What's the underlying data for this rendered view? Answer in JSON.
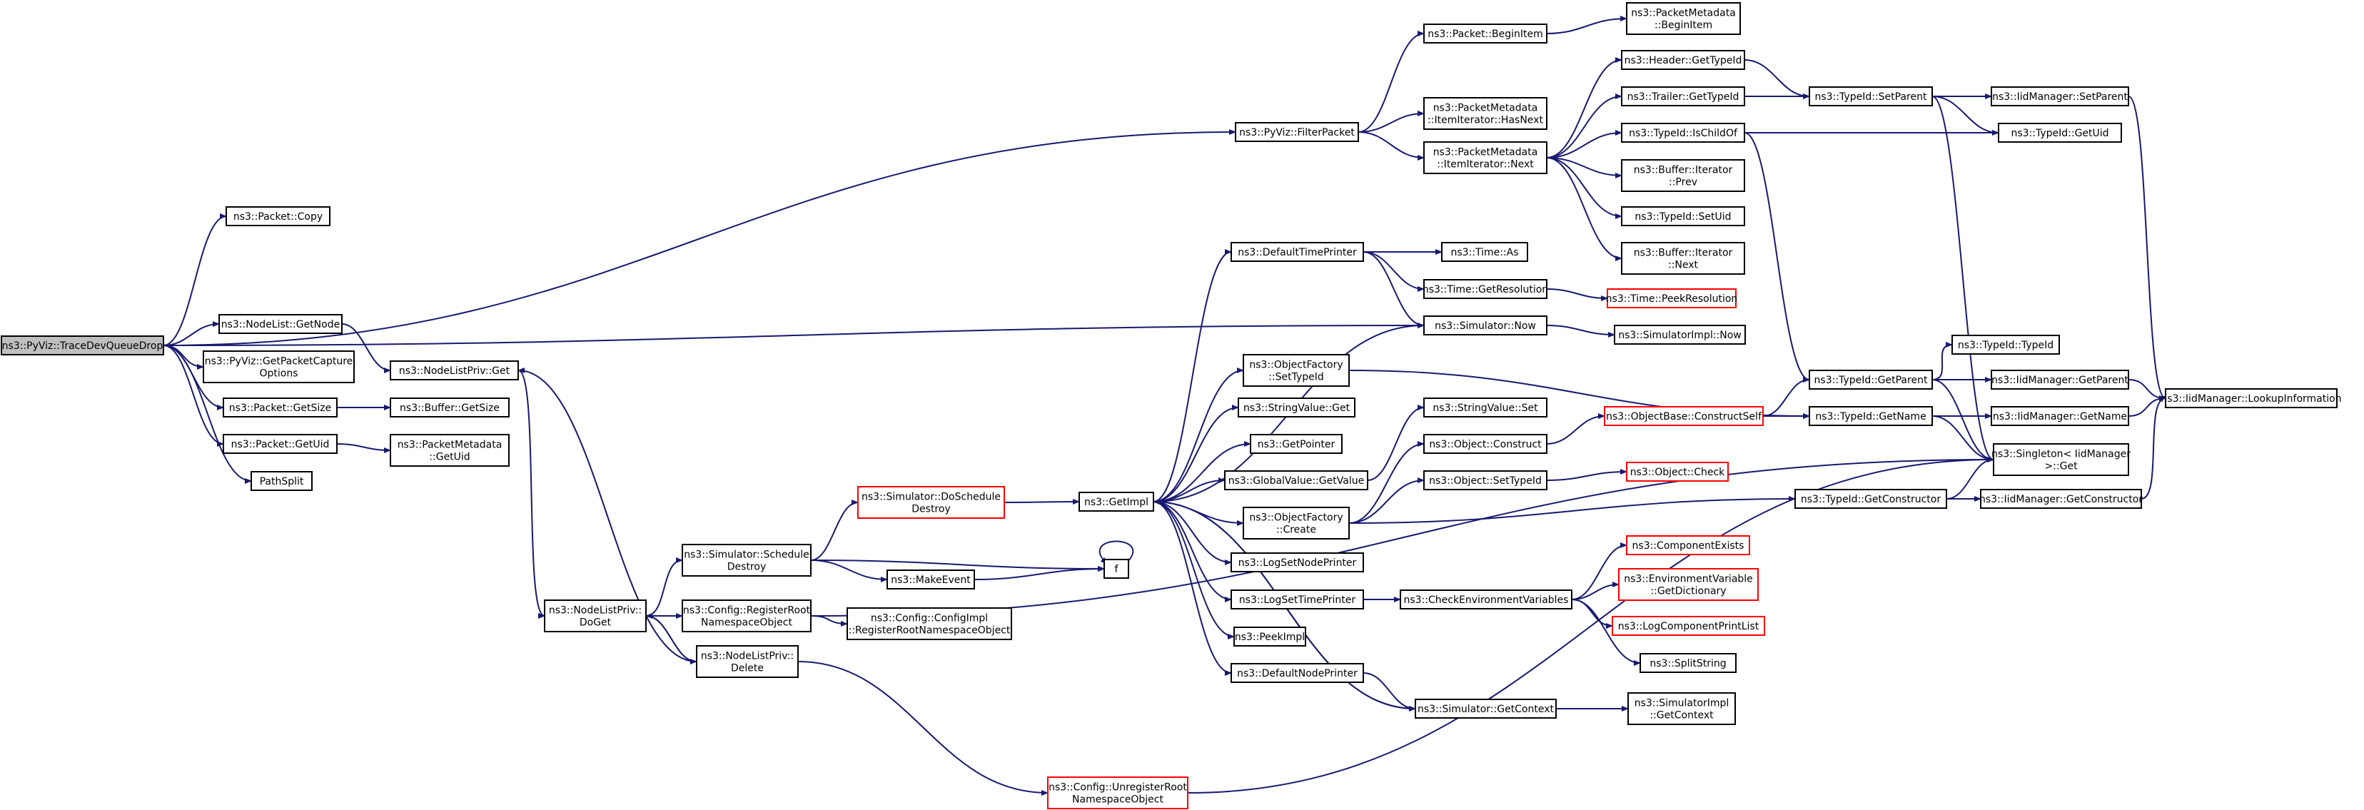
{
  "colors": {
    "edge": "#191970",
    "node_border_normal": "#000000",
    "node_border_truncated": "#ff0000",
    "root_fill": "#bfbfbf",
    "node_fill": "#ffffff"
  },
  "nodes": [
    {
      "id": "root",
      "lines": [
        "ns3::PyViz::TraceDevQueueDrop"
      ],
      "style": "root"
    },
    {
      "id": "packet_copy",
      "lines": [
        "ns3::Packet::Copy"
      ],
      "style": "normal"
    },
    {
      "id": "pyviz_filterpacket",
      "lines": [
        "ns3::PyViz::FilterPacket"
      ],
      "style": "normal"
    },
    {
      "id": "packet_beginitem",
      "lines": [
        "ns3::Packet::BeginItem"
      ],
      "style": "normal"
    },
    {
      "id": "pm_beginitem",
      "lines": [
        "ns3::PacketMetadata",
        "::BeginItem"
      ],
      "style": "normal"
    },
    {
      "id": "pm_hasnext",
      "lines": [
        "ns3::PacketMetadata",
        "::ItemIterator::HasNext"
      ],
      "style": "normal"
    },
    {
      "id": "pm_next",
      "lines": [
        "ns3::PacketMetadata",
        "::ItemIterator::Next"
      ],
      "style": "normal"
    },
    {
      "id": "header_gettypeid",
      "lines": [
        "ns3::Header::GetTypeId"
      ],
      "style": "normal"
    },
    {
      "id": "trailer_gettypeid",
      "lines": [
        "ns3::Trailer::GetTypeId"
      ],
      "style": "normal"
    },
    {
      "id": "typeid_ischildof",
      "lines": [
        "ns3::TypeId::IsChildOf"
      ],
      "style": "normal"
    },
    {
      "id": "buffer_iter_prev",
      "lines": [
        "ns3::Buffer::Iterator",
        "::Prev"
      ],
      "style": "normal"
    },
    {
      "id": "typeid_setuid",
      "lines": [
        "ns3::TypeId::SetUid"
      ],
      "style": "normal"
    },
    {
      "id": "buffer_iter_next",
      "lines": [
        "ns3::Buffer::Iterator",
        "::Next"
      ],
      "style": "normal"
    },
    {
      "id": "typeid_setparent",
      "lines": [
        "ns3::TypeId::SetParent"
      ],
      "style": "normal"
    },
    {
      "id": "iid_setparent",
      "lines": [
        "ns3::IidManager::SetParent"
      ],
      "style": "normal"
    },
    {
      "id": "typeid_getuid",
      "lines": [
        "ns3::TypeId::GetUid"
      ],
      "style": "normal"
    },
    {
      "id": "nodelist_getnode",
      "lines": [
        "ns3::NodeList::GetNode"
      ],
      "style": "normal"
    },
    {
      "id": "getpacketcaptureoptions",
      "lines": [
        "ns3::PyViz::GetPacketCapture",
        "Options"
      ],
      "style": "normal"
    },
    {
      "id": "nodelistpriv_get",
      "lines": [
        "ns3::NodeListPriv::Get"
      ],
      "style": "normal"
    },
    {
      "id": "packet_getsize",
      "lines": [
        "ns3::Packet::GetSize"
      ],
      "style": "normal"
    },
    {
      "id": "buffer_getsize",
      "lines": [
        "ns3::Buffer::GetSize"
      ],
      "style": "normal"
    },
    {
      "id": "packet_getuid",
      "lines": [
        "ns3::Packet::GetUid"
      ],
      "style": "normal"
    },
    {
      "id": "pm_getuid",
      "lines": [
        "ns3::PacketMetadata",
        "::GetUid"
      ],
      "style": "normal"
    },
    {
      "id": "pathsplit",
      "lines": [
        "PathSplit"
      ],
      "style": "normal"
    },
    {
      "id": "defaulttimeprinter",
      "lines": [
        "ns3::DefaultTimePrinter"
      ],
      "style": "normal"
    },
    {
      "id": "time_as",
      "lines": [
        "ns3::Time::As"
      ],
      "style": "normal"
    },
    {
      "id": "time_getresolution",
      "lines": [
        "ns3::Time::GetResolution"
      ],
      "style": "normal"
    },
    {
      "id": "time_peekresolution",
      "lines": [
        "ns3::Time::PeekResolution"
      ],
      "style": "truncated"
    },
    {
      "id": "simulator_now",
      "lines": [
        "ns3::Simulator::Now"
      ],
      "style": "normal"
    },
    {
      "id": "simulatorimpl_now",
      "lines": [
        "ns3::SimulatorImpl::Now"
      ],
      "style": "normal"
    },
    {
      "id": "objectfactory_settypeid",
      "lines": [
        "ns3::ObjectFactory",
        "::SetTypeId"
      ],
      "style": "normal"
    },
    {
      "id": "stringvalue_get",
      "lines": [
        "ns3::StringValue::Get"
      ],
      "style": "normal"
    },
    {
      "id": "getpointer",
      "lines": [
        "ns3::GetPointer"
      ],
      "style": "normal"
    },
    {
      "id": "globalvalue_getvalue",
      "lines": [
        "ns3::GlobalValue::GetValue"
      ],
      "style": "normal"
    },
    {
      "id": "stringvalue_set",
      "lines": [
        "ns3::StringValue::Set"
      ],
      "style": "normal"
    },
    {
      "id": "object_construct",
      "lines": [
        "ns3::Object::Construct"
      ],
      "style": "normal"
    },
    {
      "id": "objectbase_constructself",
      "lines": [
        "ns3::ObjectBase::ConstructSelf"
      ],
      "style": "truncated"
    },
    {
      "id": "typeid_getparent",
      "lines": [
        "ns3::TypeId::GetParent"
      ],
      "style": "normal"
    },
    {
      "id": "typeid_typeid",
      "lines": [
        "ns3::TypeId::TypeId"
      ],
      "style": "normal"
    },
    {
      "id": "iid_getparent",
      "lines": [
        "ns3::IidManager::GetParent"
      ],
      "style": "normal"
    },
    {
      "id": "iid_lookupinformation",
      "lines": [
        "ns3::IidManager::LookupInformation"
      ],
      "style": "normal"
    },
    {
      "id": "typeid_getname",
      "lines": [
        "ns3::TypeId::GetName"
      ],
      "style": "normal"
    },
    {
      "id": "iid_getname",
      "lines": [
        "ns3::IidManager::GetName"
      ],
      "style": "normal"
    },
    {
      "id": "singleton_get",
      "lines": [
        "ns3::Singleton< IidManager",
        " >::Get"
      ],
      "style": "normal"
    },
    {
      "id": "object_settypeid",
      "lines": [
        "ns3::Object::SetTypeId"
      ],
      "style": "normal"
    },
    {
      "id": "object_check",
      "lines": [
        "ns3::Object::Check"
      ],
      "style": "truncated"
    },
    {
      "id": "sim_doscheduledestroy",
      "lines": [
        "ns3::Simulator::DoSchedule",
        "Destroy"
      ],
      "style": "truncated"
    },
    {
      "id": "getimpl",
      "lines": [
        "ns3::GetImpl"
      ],
      "style": "normal"
    },
    {
      "id": "objectfactory_create",
      "lines": [
        "ns3::ObjectFactory",
        "::Create"
      ],
      "style": "normal"
    },
    {
      "id": "typeid_getconstructor",
      "lines": [
        "ns3::TypeId::GetConstructor"
      ],
      "style": "normal"
    },
    {
      "id": "iid_getconstructor",
      "lines": [
        "ns3::IidManager::GetConstructor"
      ],
      "style": "normal"
    },
    {
      "id": "sim_scheduledestroy",
      "lines": [
        "ns3::Simulator::Schedule",
        "Destroy"
      ],
      "style": "normal"
    },
    {
      "id": "makeevent",
      "lines": [
        "ns3::MakeEvent"
      ],
      "style": "normal"
    },
    {
      "id": "f",
      "lines": [
        "f"
      ],
      "style": "normal"
    },
    {
      "id": "logsetnodeprinter",
      "lines": [
        "ns3::LogSetNodePrinter"
      ],
      "style": "normal"
    },
    {
      "id": "logsettimeprinter",
      "lines": [
        "ns3::LogSetTimePrinter"
      ],
      "style": "normal"
    },
    {
      "id": "checkenvironmentvariables",
      "lines": [
        "ns3::CheckEnvironmentVariables"
      ],
      "style": "normal"
    },
    {
      "id": "componentexists",
      "lines": [
        "ns3::ComponentExists"
      ],
      "style": "truncated"
    },
    {
      "id": "envvar_getdictionary",
      "lines": [
        "ns3::EnvironmentVariable",
        "::GetDictionary"
      ],
      "style": "truncated"
    },
    {
      "id": "logcomponentprintlist",
      "lines": [
        "ns3::LogComponentPrintList"
      ],
      "style": "truncated"
    },
    {
      "id": "splitstring",
      "lines": [
        "ns3::SplitString"
      ],
      "style": "normal"
    },
    {
      "id": "nodelistpriv_doget",
      "lines": [
        "ns3::NodeListPriv::",
        "DoGet"
      ],
      "style": "normal"
    },
    {
      "id": "config_registerrootnamespaceobject",
      "lines": [
        "ns3::Config::RegisterRoot",
        "NamespaceObject"
      ],
      "style": "normal"
    },
    {
      "id": "configimpl_registerrootnamespaceobject",
      "lines": [
        "ns3::Config::ConfigImpl",
        "::RegisterRootNamespaceObject"
      ],
      "style": "normal"
    },
    {
      "id": "nodelistpriv_delete",
      "lines": [
        "ns3::NodeListPriv::",
        "Delete"
      ],
      "style": "normal"
    },
    {
      "id": "peekimpl",
      "lines": [
        "ns3::PeekImpl"
      ],
      "style": "normal"
    },
    {
      "id": "defaultnodeprinter",
      "lines": [
        "ns3::DefaultNodePrinter"
      ],
      "style": "normal"
    },
    {
      "id": "simulator_getcontext",
      "lines": [
        "ns3::Simulator::GetContext"
      ],
      "style": "normal"
    },
    {
      "id": "simulatorimpl_getcontext",
      "lines": [
        "ns3::SimulatorImpl",
        "::GetContext"
      ],
      "style": "normal"
    },
    {
      "id": "config_unregisterrootnamespaceobject",
      "lines": [
        "ns3::Config::UnregisterRoot",
        "NamespaceObject"
      ],
      "style": "truncated"
    }
  ],
  "edges": [
    [
      "root",
      "packet_copy"
    ],
    [
      "root",
      "pyviz_filterpacket"
    ],
    [
      "root",
      "simulator_now"
    ],
    [
      "root",
      "nodelist_getnode"
    ],
    [
      "root",
      "getpacketcaptureoptions"
    ],
    [
      "root",
      "packet_getsize"
    ],
    [
      "root",
      "packet_getuid"
    ],
    [
      "root",
      "pathsplit"
    ],
    [
      "pyviz_filterpacket",
      "packet_beginitem"
    ],
    [
      "pyviz_filterpacket",
      "pm_hasnext"
    ],
    [
      "pyviz_filterpacket",
      "pm_next"
    ],
    [
      "packet_beginitem",
      "pm_beginitem"
    ],
    [
      "pm_next",
      "header_gettypeid"
    ],
    [
      "pm_next",
      "trailer_gettypeid"
    ],
    [
      "pm_next",
      "typeid_ischildof"
    ],
    [
      "pm_next",
      "buffer_iter_prev"
    ],
    [
      "pm_next",
      "typeid_setuid"
    ],
    [
      "pm_next",
      "buffer_iter_next"
    ],
    [
      "header_gettypeid",
      "typeid_setparent"
    ],
    [
      "trailer_gettypeid",
      "typeid_setparent"
    ],
    [
      "typeid_setparent",
      "iid_setparent"
    ],
    [
      "typeid_setparent",
      "typeid_getuid"
    ],
    [
      "typeid_setparent",
      "singleton_get"
    ],
    [
      "iid_setparent",
      "iid_lookupinformation"
    ],
    [
      "typeid_ischildof",
      "typeid_getuid"
    ],
    [
      "typeid_ischildof",
      "typeid_getparent"
    ],
    [
      "nodelist_getnode",
      "nodelistpriv_get"
    ],
    [
      "nodelistpriv_get",
      "nodelistpriv_doget"
    ],
    [
      "packet_getsize",
      "buffer_getsize"
    ],
    [
      "packet_getuid",
      "pm_getuid"
    ],
    [
      "defaulttimeprinter",
      "time_as"
    ],
    [
      "defaulttimeprinter",
      "time_getresolution"
    ],
    [
      "defaulttimeprinter",
      "simulator_now"
    ],
    [
      "time_getresolution",
      "time_peekresolution"
    ],
    [
      "simulator_now",
      "getimpl"
    ],
    [
      "simulator_now",
      "simulatorimpl_now"
    ],
    [
      "objectfactory_settypeid",
      "typeid_getname"
    ],
    [
      "globalvalue_getvalue",
      "stringvalue_set"
    ],
    [
      "objectfactory_create",
      "object_construct"
    ],
    [
      "objectfactory_create",
      "object_settypeid"
    ],
    [
      "objectfactory_create",
      "typeid_getconstructor"
    ],
    [
      "object_construct",
      "objectbase_constructself"
    ],
    [
      "objectbase_constructself",
      "typeid_getparent"
    ],
    [
      "objectbase_constructself",
      "typeid_getname"
    ],
    [
      "object_settypeid",
      "object_check"
    ],
    [
      "typeid_getparent",
      "typeid_typeid"
    ],
    [
      "typeid_getparent",
      "iid_getparent"
    ],
    [
      "typeid_getparent",
      "singleton_get"
    ],
    [
      "iid_getparent",
      "iid_lookupinformation"
    ],
    [
      "typeid_getname",
      "iid_getname"
    ],
    [
      "typeid_getname",
      "singleton_get"
    ],
    [
      "iid_getname",
      "iid_lookupinformation"
    ],
    [
      "typeid_getconstructor",
      "iid_getconstructor"
    ],
    [
      "typeid_getconstructor",
      "singleton_get"
    ],
    [
      "iid_getconstructor",
      "iid_lookupinformation"
    ],
    [
      "sim_doscheduledestroy",
      "getimpl"
    ],
    [
      "getimpl",
      "defaulttimeprinter"
    ],
    [
      "getimpl",
      "objectfactory_settypeid"
    ],
    [
      "getimpl",
      "stringvalue_get"
    ],
    [
      "getimpl",
      "getpointer"
    ],
    [
      "getimpl",
      "globalvalue_getvalue"
    ],
    [
      "getimpl",
      "objectfactory_create"
    ],
    [
      "getimpl",
      "logsetnodeprinter"
    ],
    [
      "getimpl",
      "logsettimeprinter"
    ],
    [
      "getimpl",
      "peekimpl"
    ],
    [
      "getimpl",
      "defaultnodeprinter"
    ],
    [
      "getimpl",
      "simulator_getcontext"
    ],
    [
      "sim_scheduledestroy",
      "sim_doscheduledestroy"
    ],
    [
      "sim_scheduledestroy",
      "makeevent"
    ],
    [
      "sim_scheduledestroy",
      "f"
    ],
    [
      "makeevent",
      "f"
    ],
    [
      "f",
      "f"
    ],
    [
      "logsettimeprinter",
      "checkenvironmentvariables"
    ],
    [
      "checkenvironmentvariables",
      "componentexists"
    ],
    [
      "checkenvironmentvariables",
      "envvar_getdictionary"
    ],
    [
      "checkenvironmentvariables",
      "logcomponentprintlist"
    ],
    [
      "checkenvironmentvariables",
      "splitstring"
    ],
    [
      "nodelistpriv_doget",
      "sim_scheduledestroy"
    ],
    [
      "nodelistpriv_doget",
      "config_registerrootnamespaceobject"
    ],
    [
      "nodelistpriv_doget",
      "nodelistpriv_delete"
    ],
    [
      "config_registerrootnamespaceobject",
      "configimpl_registerrootnamespaceobject"
    ],
    [
      "config_registerrootnamespaceobject",
      "singleton_get"
    ],
    [
      "nodelistpriv_delete",
      "nodelistpriv_doget"
    ],
    [
      "nodelistpriv_delete",
      "nodelistpriv_get"
    ],
    [
      "nodelistpriv_delete",
      "config_unregisterrootnamespaceobject"
    ],
    [
      "defaultnodeprinter",
      "simulator_getcontext"
    ],
    [
      "simulator_getcontext",
      "getimpl"
    ],
    [
      "simulator_getcontext",
      "simulatorimpl_getcontext"
    ],
    [
      "config_unregisterrootnamespaceobject",
      "singleton_get"
    ]
  ]
}
